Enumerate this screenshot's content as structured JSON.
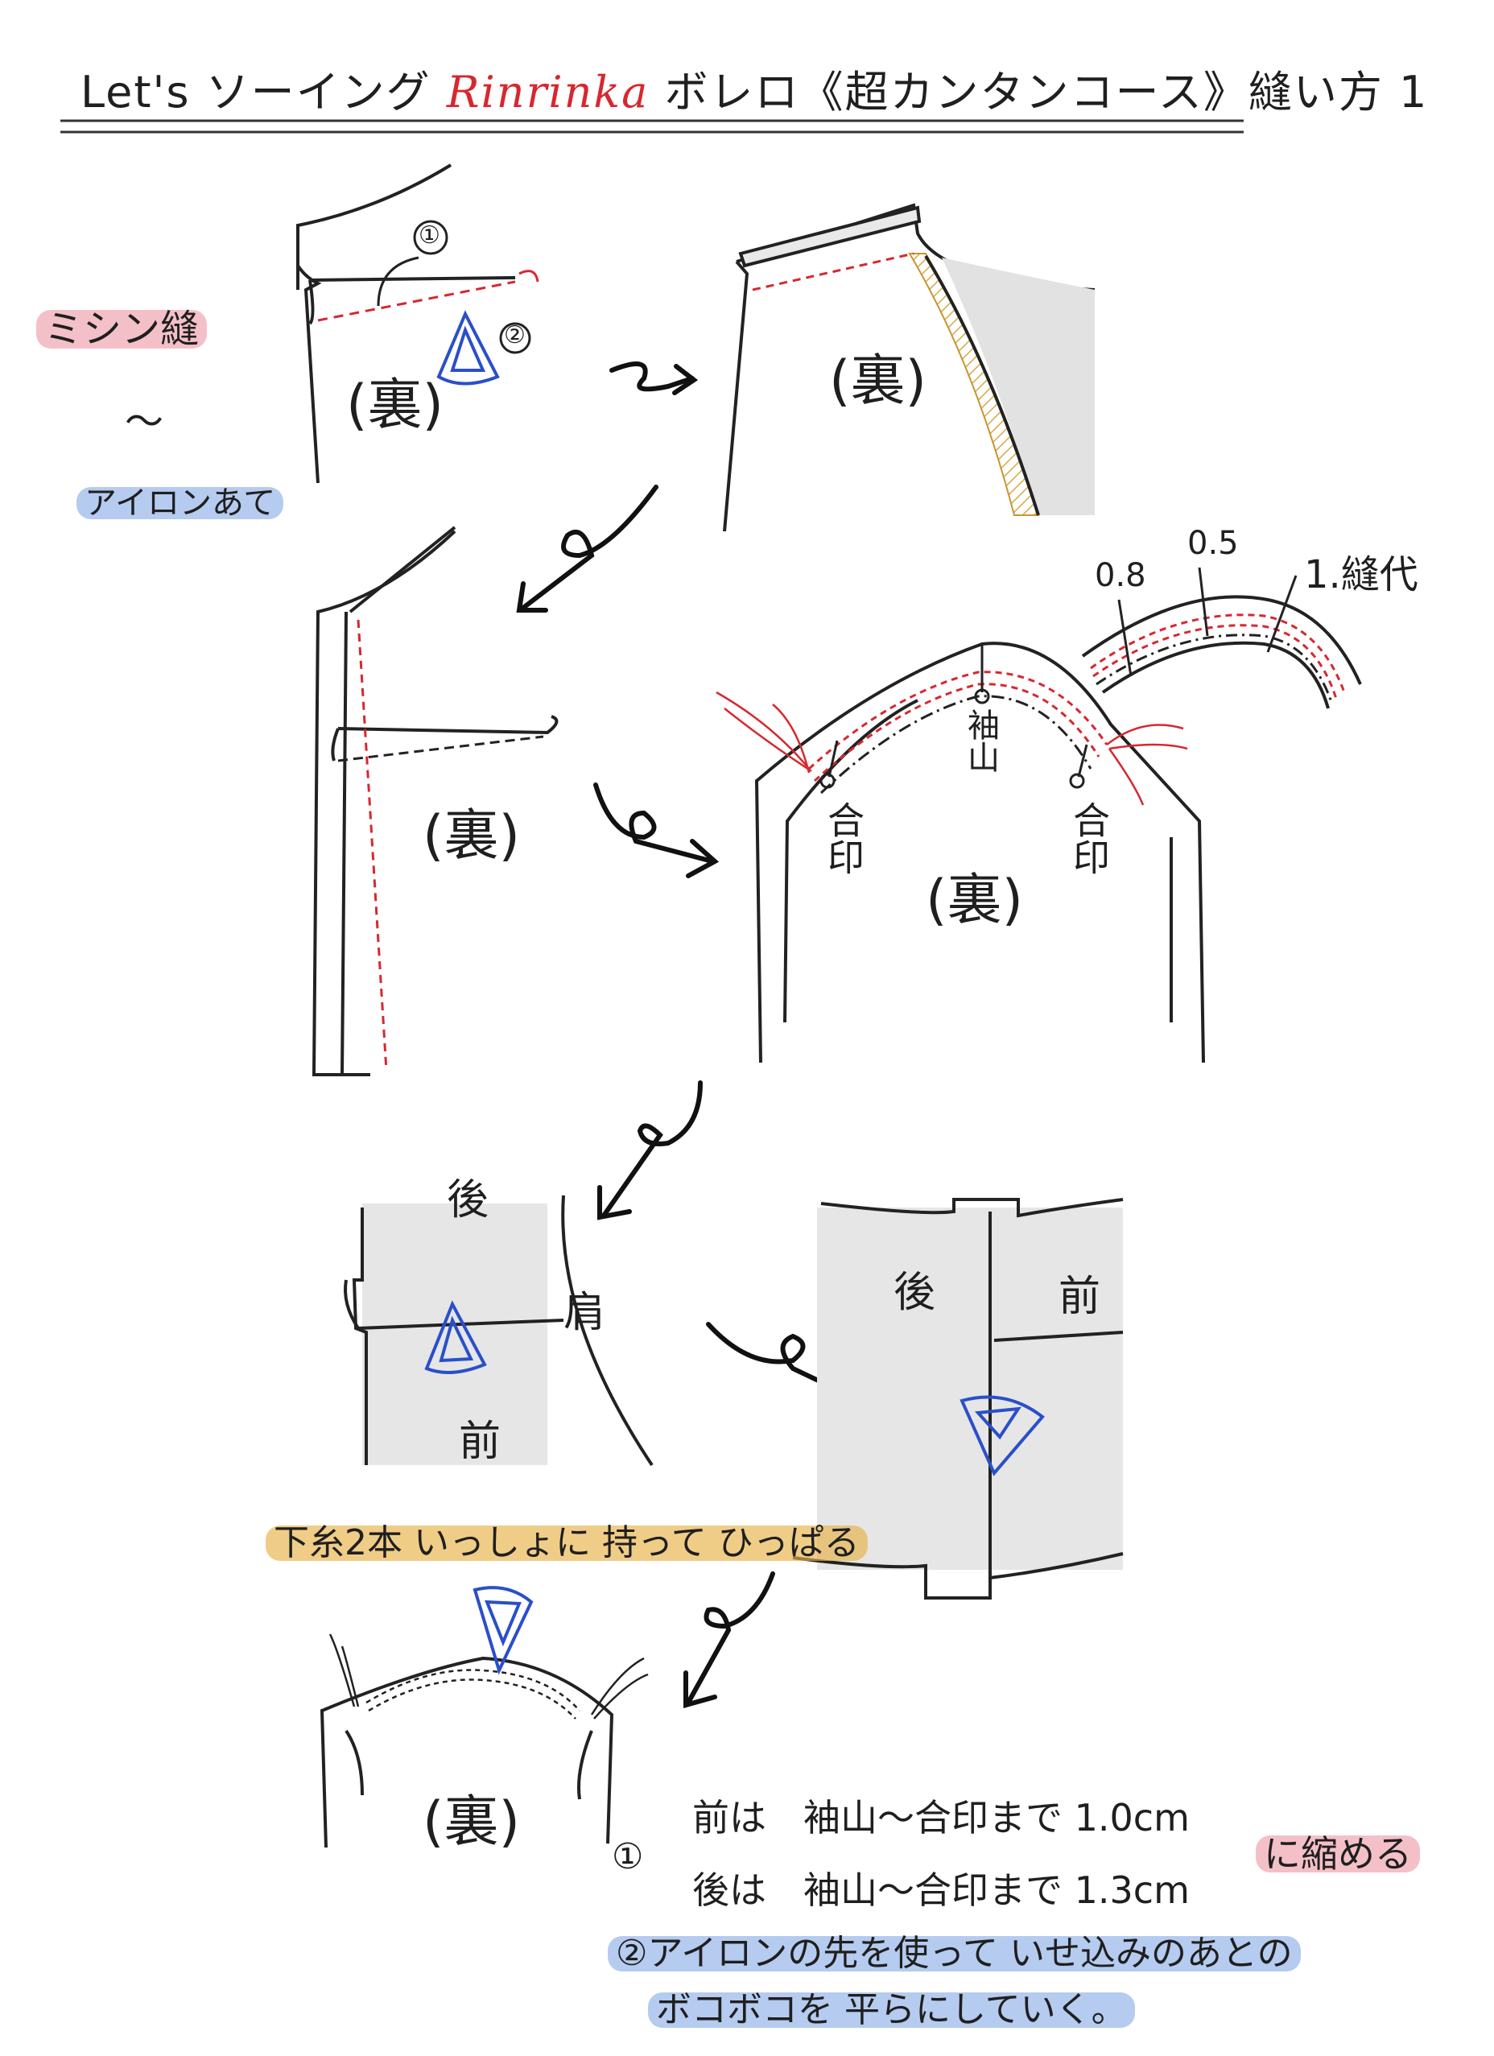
{
  "title": {
    "prefix": "Let's ソーイング",
    "brand": "Rinrinka",
    "suffix": "ボレロ《超カンタンコース》縫い方 1"
  },
  "legend": {
    "machine_sew": "ミシン縫",
    "tilde": "〜",
    "iron": "アイロンあて"
  },
  "labels": {
    "wrong_side": "(裏)",
    "circle_1": "①",
    "circle_2": "②",
    "measure_08": "0.8",
    "measure_05": "0.5",
    "measure_1": "1.縫代",
    "sleeve_cap": "袖山",
    "notch_left": "合印",
    "notch_right": "合印",
    "back": "後",
    "front": "前",
    "shoulder": "肩"
  },
  "notes": {
    "gather": "下糸2本 いっしょに 持って ひっぱる",
    "item1_marker": "①",
    "item1_front": "前は　袖山〜合印まで 1.0cm",
    "item1_back": "後は　袖山〜合印まで 1.3cm",
    "item1_shrink": "に縮める",
    "item2_line1": "②アイロンの先を使って いせ込みのあとの",
    "item2_line2": "ボコボコを 平らにしていく。"
  }
}
